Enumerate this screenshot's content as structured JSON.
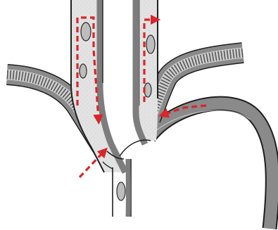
{
  "diagram": {
    "palette": {
      "vessel_wall": "#7d7d7d",
      "vessel_wall_light": "#9a9a9a",
      "lumen_fill": "#e3e3e3",
      "lumen_speckle": "#cfcfcf",
      "outline": "#1e1e1e",
      "stripe": "#555555",
      "valve_fill": "#bdbdbd",
      "flow_arrow": "#d8262a",
      "background": "#ffffff"
    },
    "vessels": [
      {
        "name": "left-neck-vein"
      },
      {
        "name": "left-subclavian-vein"
      },
      {
        "name": "right-neck-vein"
      },
      {
        "name": "right-subclavian-vein"
      },
      {
        "name": "aortic-arch"
      },
      {
        "name": "lower-vein"
      }
    ],
    "valves_count": 5,
    "flow_arrows": [
      {
        "name": "left-upper-loop"
      },
      {
        "name": "left-inflow-arrow"
      },
      {
        "name": "right-upper-loop"
      },
      {
        "name": "right-subclavian-arrow"
      }
    ]
  }
}
